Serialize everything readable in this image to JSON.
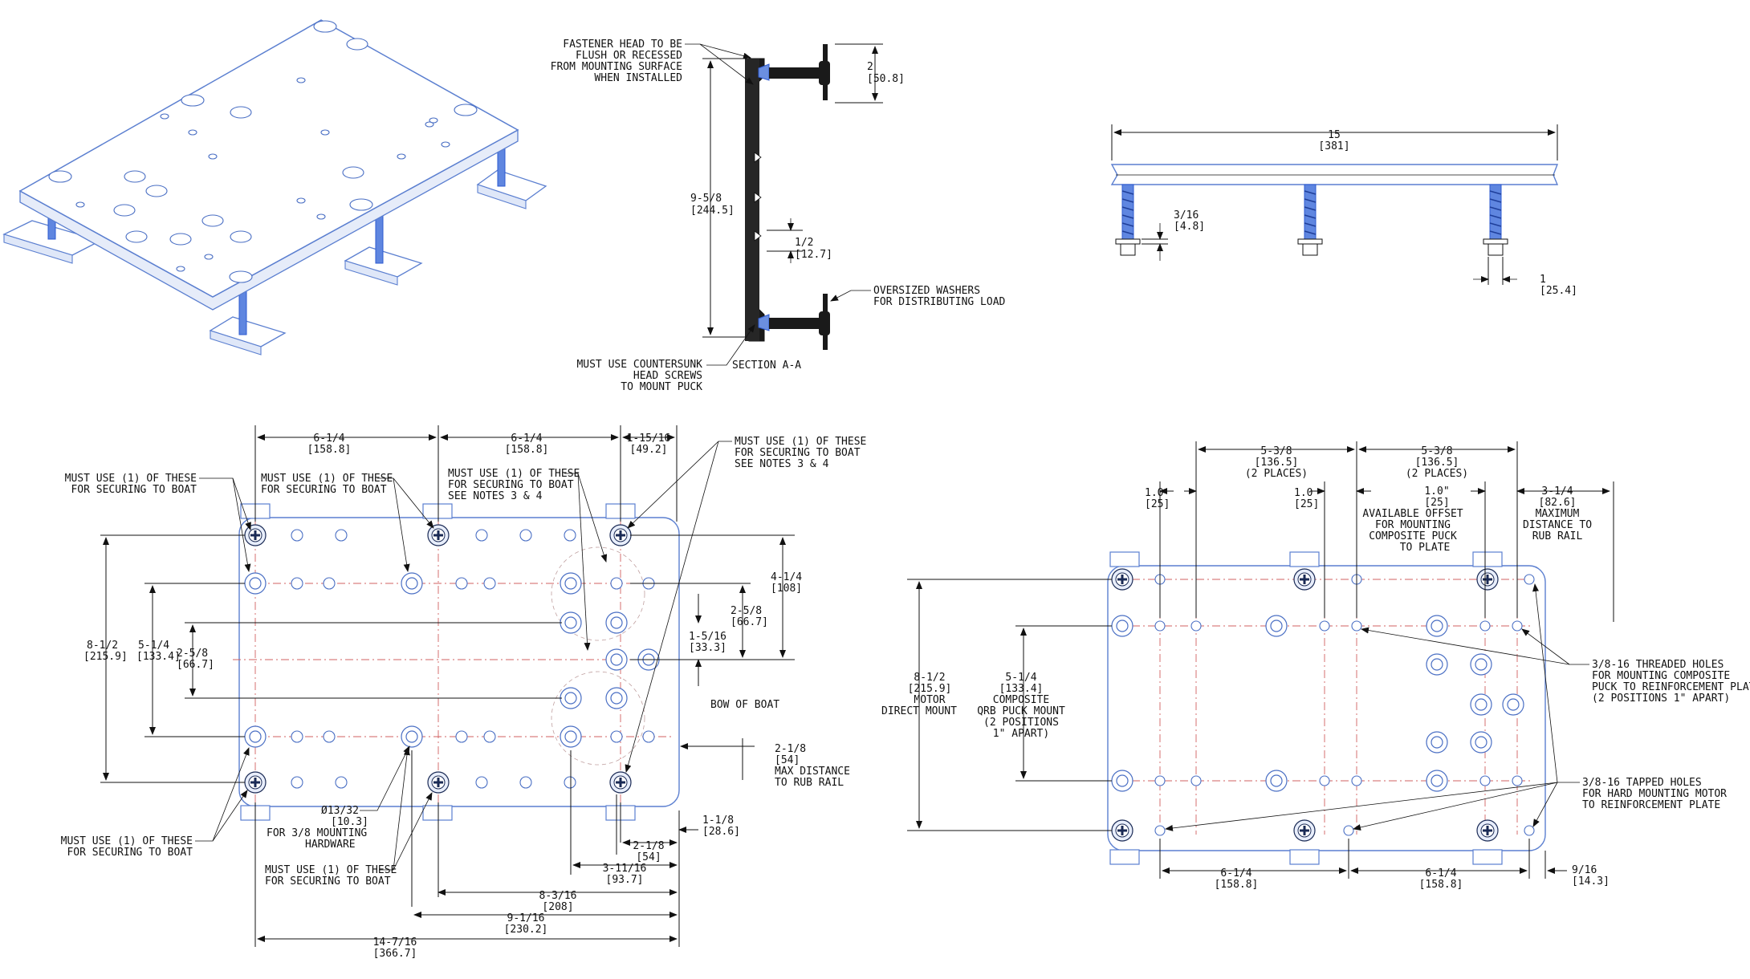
{
  "section_view": {
    "fastener_note": [
      "FASTENER HEAD TO BE",
      "FLUSH OR RECESSED",
      "FROM MOUNTING SURFACE",
      "WHEN INSTALLED"
    ],
    "dim_2": [
      "2",
      "[50.8]"
    ],
    "dim_9_5_8": [
      "9-5/8",
      "[244.5]"
    ],
    "dim_1_2": [
      "1/2",
      "[12.7]"
    ],
    "washer_note": [
      "OVERSIZED WASHERS",
      "FOR DISTRIBUTING LOAD"
    ],
    "countersunk_note": [
      "MUST USE COUNTERSUNK",
      "HEAD SCREWS",
      "TO MOUNT PUCK"
    ],
    "section_label": "SECTION A-A"
  },
  "side_view": {
    "dim_15": [
      "15",
      "[381]"
    ],
    "dim_3_16": [
      "3/16",
      "[4.8]"
    ],
    "dim_1": [
      "1",
      "[25.4]"
    ]
  },
  "left_plan": {
    "dim_top_1": [
      "6-1/4",
      "[158.8]"
    ],
    "dim_top_2": [
      "6-1/4",
      "[158.8]"
    ],
    "dim_top_3": [
      "1-15/16",
      "[49.2]"
    ],
    "note_tl": [
      "MUST USE (1) OF THESE",
      "FOR SECURING TO BOAT"
    ],
    "note_tc": [
      "MUST USE (1) OF THESE",
      "FOR SECURING TO BOAT"
    ],
    "note_tr1": [
      "MUST USE (1) OF THESE",
      "FOR SECURING TO BOAT",
      "SEE NOTES 3 & 4"
    ],
    "note_tr2": [
      "MUST USE (1) OF THESE",
      "FOR SECURING TO BOAT",
      "SEE NOTES 3 & 4"
    ],
    "dim_8_1_2": [
      "8-1/2",
      "[215.9]"
    ],
    "dim_5_1_4": [
      "5-1/4",
      "[133.4]"
    ],
    "dim_2_5_8_left": [
      "2-5/8",
      "[66.7]"
    ],
    "dim_4_1_4": [
      "4-1/4",
      "[108]"
    ],
    "dim_2_5_8_right": [
      "2-5/8",
      "[66.7]"
    ],
    "dim_1_5_16": [
      "1-5/16",
      "[33.3]"
    ],
    "bow_label": "BOW OF BOAT",
    "dim_2_1_8_rail": [
      "2-1/8",
      "[54]",
      "MAX DISTANCE",
      "TO RUB RAIL"
    ],
    "dim_1_1_8": [
      "1-1/8",
      "[28.6]"
    ],
    "dim_2_1_8": [
      "2-1/8",
      "[54]"
    ],
    "dim_3_11_16": [
      "3-11/16",
      "[93.7]"
    ],
    "dim_8_3_16": [
      "8-3/16",
      "[208]"
    ],
    "dim_9_1_16": [
      "9-1/16",
      "[230.2]"
    ],
    "dim_14_7_16": [
      "14-7/16",
      "[366.7]"
    ],
    "hole_note": [
      "Ø13/32",
      "[10.3]",
      "FOR 3/8 MOUNTING",
      "HARDWARE"
    ],
    "note_bl": [
      "MUST USE (1) OF THESE",
      "FOR SECURING TO BOAT"
    ],
    "note_bc": [
      "MUST USE (1) OF THESE",
      "FOR SECURING TO BOAT"
    ]
  },
  "right_plan": {
    "dim_5_3_8_a": [
      "5-3/8",
      "[136.5]",
      "(2 PLACES)"
    ],
    "dim_5_3_8_b": [
      "5-3/8",
      "[136.5]",
      "(2 PLACES)"
    ],
    "dim_1_0_a": [
      "1.0",
      "[25]"
    ],
    "dim_1_0_b": [
      "1.0",
      "[25]"
    ],
    "offset_note": [
      "1.0\"",
      "[25]",
      "AVAILABLE OFFSET",
      "FOR MOUNTING",
      "COMPOSITE PUCK",
      "TO PLATE"
    ],
    "rub_note": [
      "3-1/4",
      "[82.6]",
      "MAXIMUM",
      "DISTANCE TO",
      "RUB RAIL"
    ],
    "motor_note": [
      "8-1/2",
      "[215.9]",
      "MOTOR",
      "DIRECT MOUNT"
    ],
    "puck_note": [
      "5-1/4",
      "[133.4]",
      "COMPOSITE",
      "QRB PUCK MOUNT",
      "(2 POSITIONS",
      "1\" APART)"
    ],
    "threaded_note": [
      "3/8-16 THREADED HOLES",
      "FOR MOUNTING COMPOSITE",
      "PUCK TO REINFORCEMENT PLATE",
      "(2 POSITIONS 1\" APART)"
    ],
    "tapped_note": [
      "3/8-16 TAPPED HOLES",
      "FOR HARD MOUNTING MOTOR",
      "TO REINFORCEMENT PLATE"
    ],
    "dim_bottom_1": [
      "6-1/4",
      "[158.8]"
    ],
    "dim_bottom_2": [
      "6-1/4",
      "[158.8]"
    ],
    "dim_9_16": [
      "9/16",
      "[14.3]"
    ]
  }
}
